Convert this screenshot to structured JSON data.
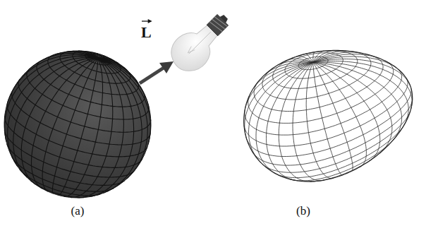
{
  "diagram": {
    "labels": [
      "L",
      "(a)",
      "(b)"
    ]
  }
}
